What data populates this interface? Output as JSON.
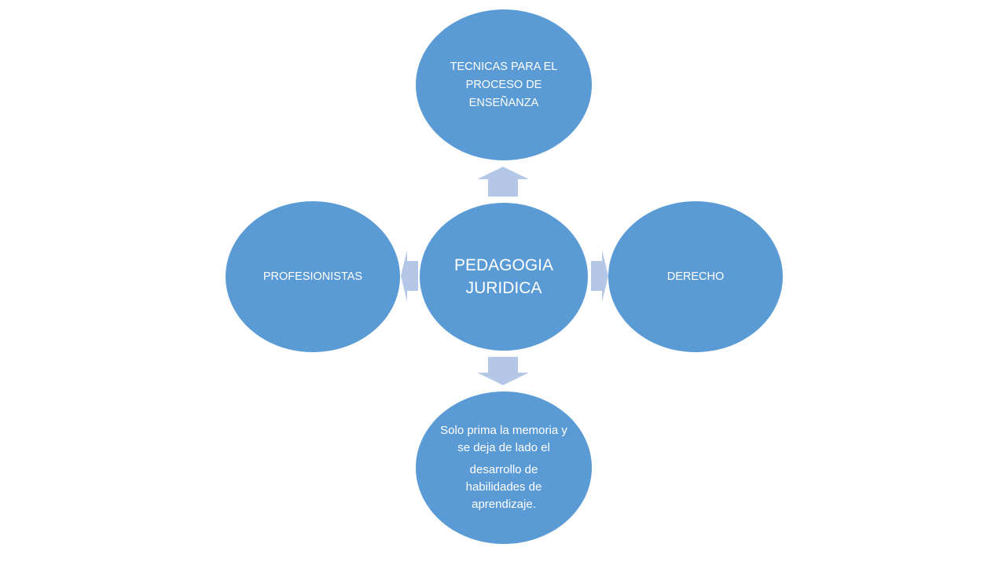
{
  "diagram": {
    "center": {
      "label": "PEDAGOGIA JURIDICA"
    },
    "top": {
      "label": "TECNICAS PARA EL PROCESO DE ENSEÑANZA"
    },
    "left": {
      "label": "PROFESIONISTAS"
    },
    "right": {
      "label": "DERECHO"
    },
    "bottom": {
      "label_part1": "Solo prima la memoria y se deja de lado el",
      "label_part2": "desarrollo de habilidades de aprendizaje."
    }
  },
  "colors": {
    "node_fill": "#5b9bd5",
    "arrow_fill": "#b4c7e7",
    "text": "#ffffff"
  },
  "icons": {
    "up": "arrow-up-icon",
    "down": "arrow-down-icon",
    "left": "arrow-left-icon",
    "right": "arrow-right-icon"
  }
}
